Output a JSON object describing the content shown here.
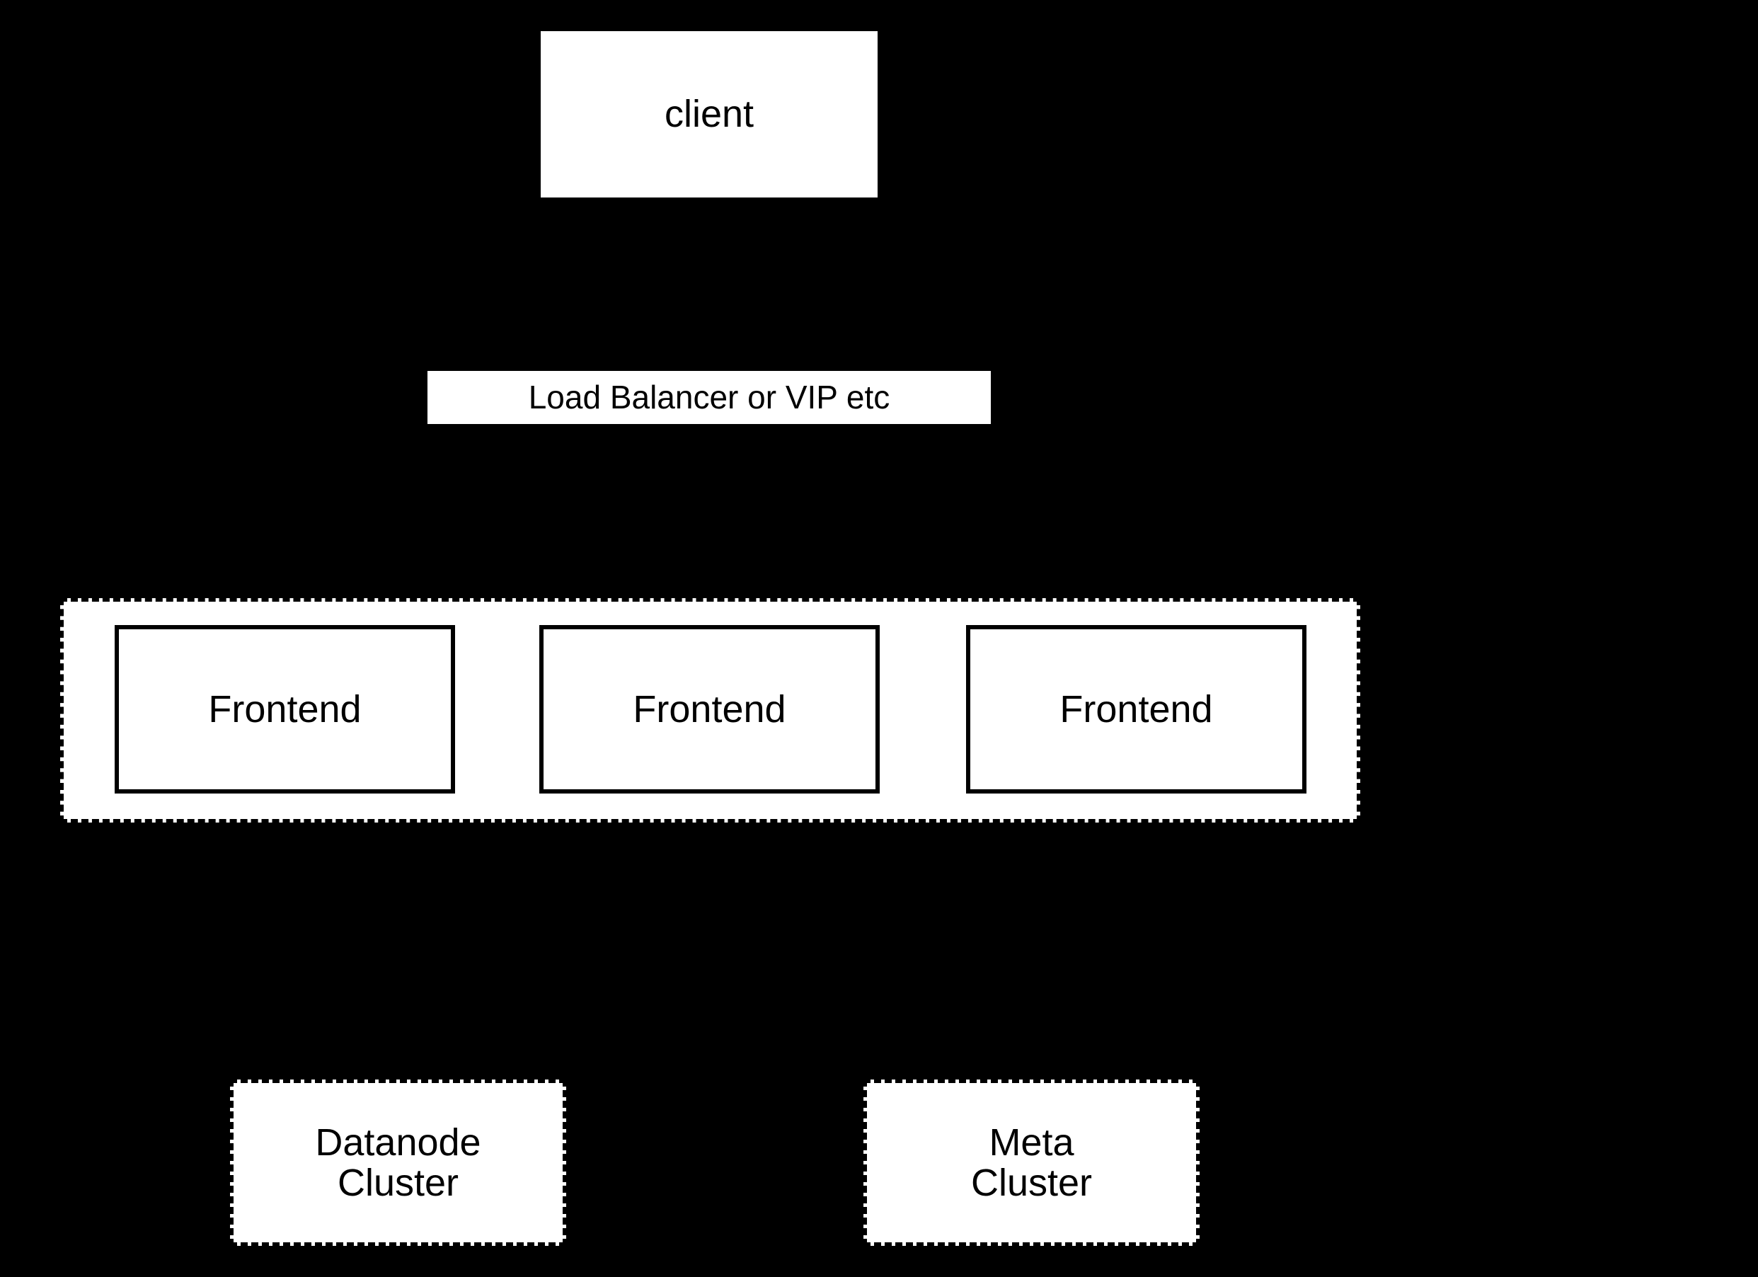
{
  "canvas": {
    "background_color": "#000000",
    "node_fill_color": "#ffffff",
    "line_color": "#000000"
  },
  "nodes": {
    "client": {
      "label": "client"
    },
    "load_balancer": {
      "label": "Load Balancer or VIP etc"
    },
    "frontends": [
      {
        "label": "Frontend"
      },
      {
        "label": "Frontend"
      },
      {
        "label": "Frontend"
      }
    ],
    "datanode_cluster": {
      "label": "Datanode\nCluster"
    },
    "meta_cluster": {
      "label": "Meta\nCluster"
    }
  }
}
